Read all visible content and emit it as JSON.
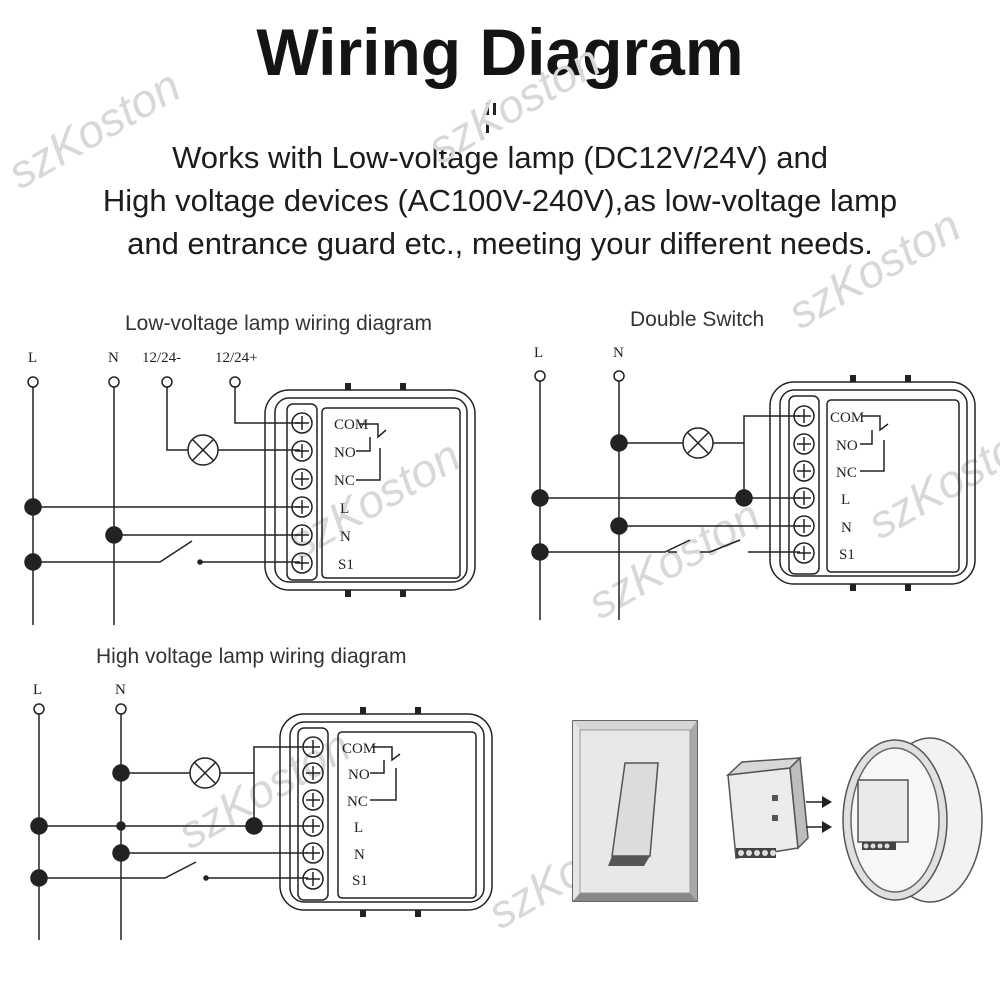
{
  "title": "Wiring Diagram",
  "description": [
    "Works with Low-voltage lamp (DC12V/24V) and",
    "High voltage devices (AC100V-240V),as low-voltage lamp",
    "and entrance guard etc., meeting your different needs."
  ],
  "watermark": "szKoston",
  "diagrams": {
    "low_voltage": {
      "title": "Low-voltage lamp wiring diagram",
      "supply_labels": [
        "L",
        "N",
        "12/24-",
        "12/24+"
      ],
      "terminals": [
        "COM",
        "NO",
        "NC",
        "L",
        "N",
        "S1"
      ]
    },
    "double_switch": {
      "title": "Double Switch",
      "supply_labels": [
        "L",
        "N"
      ],
      "terminals": [
        "COM",
        "NO",
        "NC",
        "L",
        "N",
        "S1"
      ]
    },
    "high_voltage": {
      "title": "High voltage lamp wiring diagram",
      "supply_labels": [
        "L",
        "N"
      ],
      "terminals": [
        "COM",
        "NO",
        "NC",
        "L",
        "N",
        "S1"
      ]
    }
  },
  "colors": {
    "ink": "#222222",
    "watermark": "#d8d8d8",
    "text": "#141414"
  }
}
